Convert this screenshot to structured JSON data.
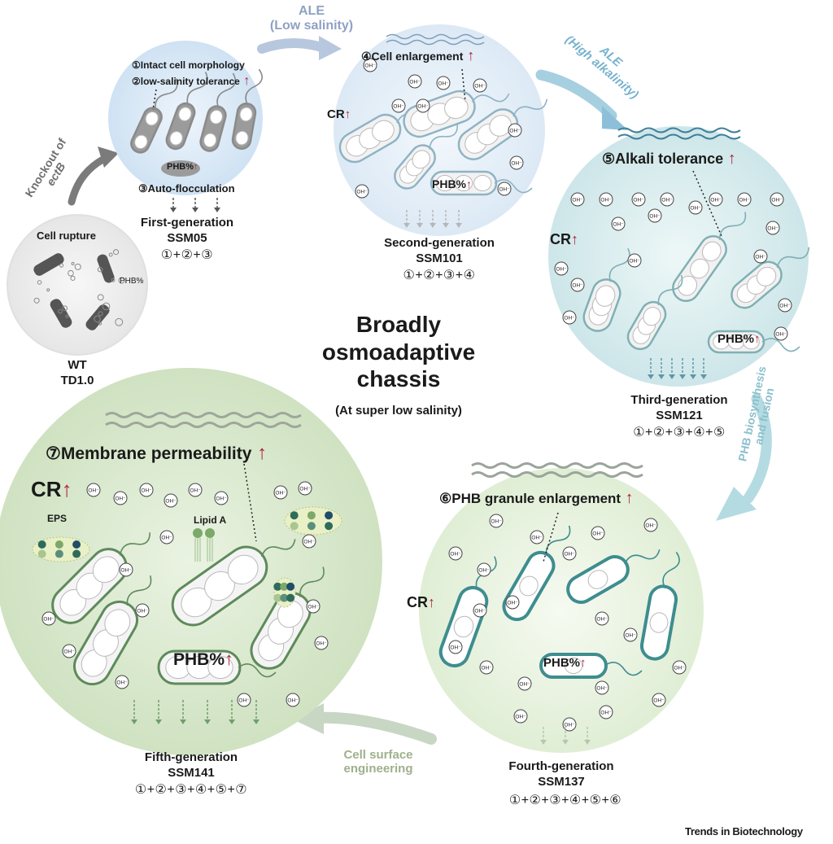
{
  "center": {
    "title_lines": [
      "Broadly",
      "osmoadaptive",
      "chassis"
    ],
    "subtitle": "(At super low salinity)"
  },
  "wt": {
    "feature": "Cell rupture",
    "phb": "PHB%",
    "name": "WT",
    "strain": "TD1.0"
  },
  "gen1": {
    "feature_1": "①Intact cell morphology",
    "feature_2": "②low-salinity tolerance",
    "feature_3": "③Auto-flocculation",
    "phb": "PHB%",
    "name": "First-generation",
    "strain": "SSM05",
    "combo": "①+②+③"
  },
  "gen2": {
    "feature_4": "④Cell enlargement",
    "cr": "CR",
    "phb": "PHB%",
    "name": "Second-generation",
    "strain": "SSM101",
    "combo": "①+②+③+④"
  },
  "gen3": {
    "feature_5": "⑤Alkali tolerance",
    "cr": "CR",
    "phb": "PHB%",
    "name": "Third-generation",
    "strain": "SSM121",
    "combo": "①+②+③+④+⑤"
  },
  "gen4": {
    "feature_6": "⑥PHB granule enlargement",
    "cr": "CR",
    "phb": "PHB%",
    "name": "Fourth-generation",
    "strain": "SSM137",
    "combo": "①+②+③+④+⑤+⑥"
  },
  "gen5": {
    "feature_7": "⑦Membrane permeability",
    "cr": "CR",
    "phb": "PHB%",
    "eps": "EPS",
    "lipid_a": "Lipid A",
    "name": "Fifth-generation",
    "strain": "SSM141",
    "combo": "①+②+③+④+⑤+⑦"
  },
  "transitions": {
    "knockout_line1": "Knockout of",
    "knockout_line2": "ectB",
    "ale_low_line1": "ALE",
    "ale_low_line2": "(Low salinity)",
    "ale_high_line1": "ALE",
    "ale_high_line2": "(High alkalinity)",
    "phb_fusion_line1": "PHB biosynthesis",
    "phb_fusion_line2": "and fusion",
    "surface_line1": "Cell surface",
    "surface_line2": "engineering"
  },
  "oh_label": "OH⁻",
  "footer": "Trends in Biotechnology",
  "colors": {
    "up_arrow": "#b0223a",
    "gen1_bg": "#dbe9f6",
    "gen2_bg": "#e5eff8",
    "gen3_bg": "#d8ecef",
    "gen4_bg": "#e9f3e3",
    "gen5_bg": "#d9e8cf",
    "membrane_teal": "#3e8d8f",
    "membrane_green": "#5e8a5a"
  }
}
